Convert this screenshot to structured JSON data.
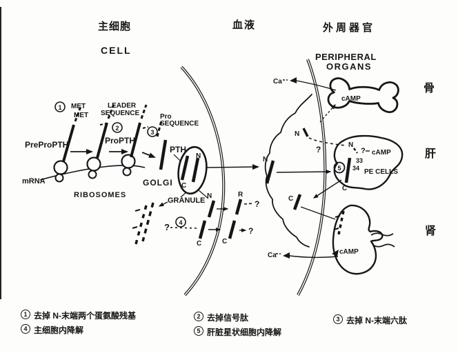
{
  "columns": {
    "cell_cn": "主细胞",
    "cell_en": "CELL",
    "blood_cn": "血液",
    "peripheral_cn": "外周器官",
    "peripheral_en1": "PERIPHERAL",
    "peripheral_en2": "ORGANS"
  },
  "organs": {
    "bone_cn": "骨",
    "liver_cn": "肝",
    "kidney_cn": "肾"
  },
  "cell": {
    "met_a": "MET",
    "met_b": "MET",
    "leader1": "LEADER",
    "leader2": "SEQUENCE",
    "pro1": "Pro",
    "pro2": "SEQUENCE",
    "prepropth": "PreProPTH",
    "propth": "ProPTH",
    "pth": "PTH",
    "mrna": "mRNA",
    "ribosomes": "RIBOSOMES",
    "golgi": "GOLGI",
    "granule": "GRANULE"
  },
  "steps": {
    "s1": "1",
    "s2": "2",
    "s3": "3",
    "s4": "4",
    "s5": "5"
  },
  "marks": {
    "n": "N",
    "c": "C",
    "r": "R",
    "q": "?",
    "ca": "Ca",
    "camp": "cAMP",
    "d33": "33",
    "d34": "34",
    "pe_cells": "PE CELLS"
  },
  "legend": {
    "i1": {
      "num": "1",
      "text": "去掉 N-末端两个蛋氨酸残基"
    },
    "i2": {
      "num": "2",
      "text": "去掉信号肽"
    },
    "i3": {
      "num": "3",
      "text": "去掉 N-末端六肽"
    },
    "i4": {
      "num": "4",
      "text": "主细胞内降解"
    },
    "i5": {
      "num": "5",
      "text": "肝脏星状细胞内降解"
    }
  }
}
